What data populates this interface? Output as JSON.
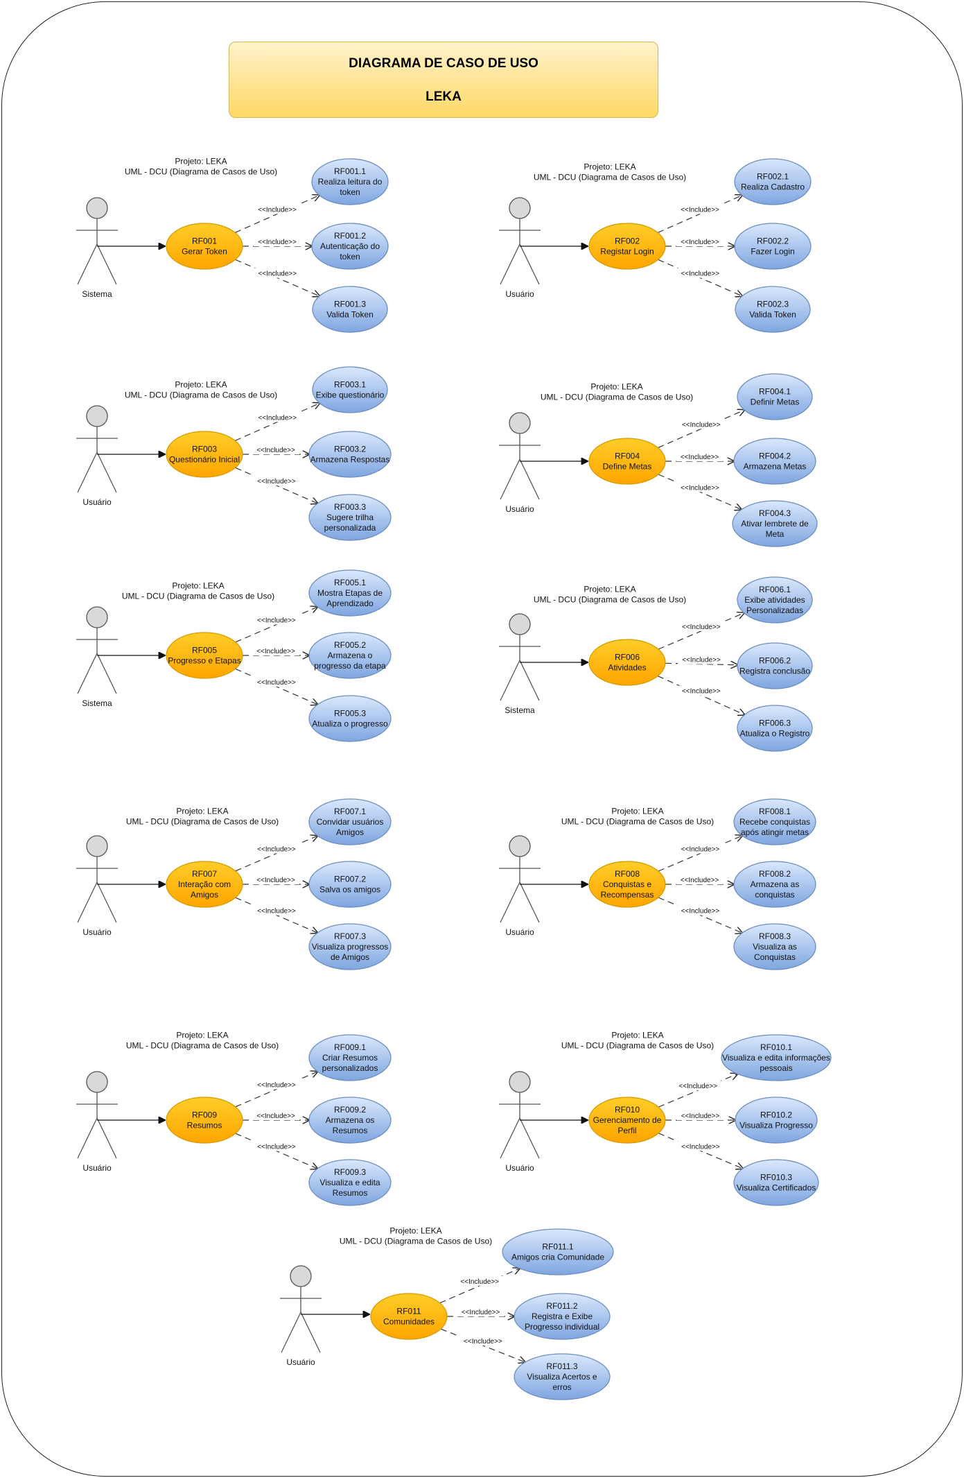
{
  "title": {
    "line1": "DIAGRAMA DE CASO DE USO",
    "line2": "LEKA"
  },
  "diagram_note": {
    "line1": "Projeto: LEKA",
    "line2": "UML - DCU (Diagrama de Casos de Uso)",
    "line2_variant": "UML - DCU (Diagrama de Casos de Uso)"
  },
  "include_label": "<<Include>>",
  "colors": {
    "main_fill": "#ffb300",
    "main_stroke": "#d79b00",
    "sub_fill": "#9db9ea",
    "sub_stroke": "#6c8ebf",
    "title_fill": "#ffe07a",
    "title_stroke": "#d6b656"
  },
  "use_cases": [
    {
      "id": "RF001",
      "note": [
        "Projeto: LEKA",
        "UML - DCU (Diagrama de Casos de Uso)"
      ],
      "actor": "Sistema",
      "main": [
        "RF001",
        "Gerar Token"
      ],
      "subs": [
        [
          "RF001.1",
          "Realiza leitura do",
          "token"
        ],
        [
          "RF001.2",
          "Autenticação do",
          "token"
        ],
        [
          "RF001.3",
          "Valida Token"
        ]
      ]
    },
    {
      "id": "RF002",
      "note": [
        "Projeto: LEKA",
        "UML - DCU (Diagrama de Casos de Uso)"
      ],
      "actor": "Usuário",
      "main": [
        "RF002",
        "Registar Login"
      ],
      "subs": [
        [
          "RF002.1",
          "Realiza Cadastro"
        ],
        [
          "RF002.2",
          "Fazer Login"
        ],
        [
          "RF002.3",
          "Valida Token"
        ]
      ]
    },
    {
      "id": "RF003",
      "note": [
        "Projeto: LEKA",
        "UML - DCU (Diagrama de Casos de Uso)"
      ],
      "actor": "Usuário",
      "main": [
        "RF003",
        "Questionário Inicial"
      ],
      "subs": [
        [
          "RF003.1",
          "Exibe questionário"
        ],
        [
          "RF003.2",
          "Armazena Respostas"
        ],
        [
          "RF003.3",
          "Sugere trilha",
          "personalizada"
        ]
      ]
    },
    {
      "id": "RF004",
      "note": [
        "Projeto: LEKA",
        "UML - DCU (Diagrama de Casos de Uso)"
      ],
      "actor": "Usuário",
      "main": [
        "RF004",
        "Define Metas"
      ],
      "subs": [
        [
          "RF004.1",
          "Definir Metas"
        ],
        [
          "RF004.2",
          "Armazena Metas"
        ],
        [
          "RF004.3",
          "Ativar lembrete de",
          "Meta"
        ]
      ]
    },
    {
      "id": "RF005",
      "note": [
        "Projeto: LEKA",
        "UML - DCU (Diagrama de Casos de Uso)"
      ],
      "actor": "Sistema",
      "main": [
        "RF005",
        "Progresso e Etapas"
      ],
      "subs": [
        [
          "RF005.1",
          "Mostra Etapas de",
          "Aprendizado"
        ],
        [
          "RF005.2",
          "Armazena o",
          "progresso da etapa"
        ],
        [
          "RF005.3",
          "Atualiza o progresso"
        ]
      ]
    },
    {
      "id": "RF006",
      "note": [
        "Projeto: LEKA",
        "UML - DCU (Diagrama de Casos de Uso)"
      ],
      "actor": "Sistema",
      "main": [
        "RF006",
        "Atividades"
      ],
      "subs": [
        [
          "RF006.1",
          "Exibe atividades",
          "Personalizadas"
        ],
        [
          "RF006.2",
          "Registra conclusão"
        ],
        [
          "RF006.3",
          "Atualiza o Registro"
        ]
      ]
    },
    {
      "id": "RF007",
      "note": [
        "Projeto: LEKA",
        "UML - DCU (Diagrama de Casos de Uso)"
      ],
      "actor": "Usuário",
      "main": [
        "RF007",
        "Interação com",
        "Amigos"
      ],
      "subs": [
        [
          "RF007.1",
          "Convidar usuários",
          "Amigos"
        ],
        [
          "RF007.2",
          "Salva os amigos"
        ],
        [
          "RF007.3",
          "Visualiza progressos",
          "de Amigos"
        ]
      ]
    },
    {
      "id": "RF008",
      "note": [
        "Projeto: LEKA",
        "UML - DCU (Diagrama de Casos de Uso)"
      ],
      "actor": "Usuário",
      "main": [
        "RF008",
        "Conquistas e",
        "Recompensas"
      ],
      "subs": [
        [
          "RF008.1",
          "Recebe conquistas",
          "após atingir metas"
        ],
        [
          "RF008.2",
          "Armazena as",
          "conquistas"
        ],
        [
          "RF008.3",
          "Visualiza as",
          "Conquistas"
        ]
      ]
    },
    {
      "id": "RF009",
      "note": [
        "Projeto: LEKA",
        "UML - DCU (Diagrama de Casos de Uso)"
      ],
      "actor": "Usuário",
      "main": [
        "RF009",
        "Resumos"
      ],
      "subs": [
        [
          "RF009.1",
          "Criar Resumos",
          "personalizados"
        ],
        [
          "RF009.2",
          "Armazena os",
          "Resumos"
        ],
        [
          "RF009.3",
          "Visualiza e edita",
          "Resumos"
        ]
      ]
    },
    {
      "id": "RF010",
      "note": [
        "Projeto: LEKA",
        "UML - DCU (Diagrama de Casos de Uso)"
      ],
      "actor": "Usuário",
      "main": [
        "RF010",
        "Gerenciamento de",
        "Perfil"
      ],
      "subs": [
        [
          "RF010.1",
          "Visualiza e edita informações",
          "pessoais"
        ],
        [
          "RF010.2",
          "Visualiza  Progresso"
        ],
        [
          "RF010.3",
          "Visualiza Certificados"
        ]
      ]
    },
    {
      "id": "RF011",
      "note": [
        "Projeto: LEKA",
        "UML - DCU (Diagrama de Casos de Uso)"
      ],
      "actor": "Usuário",
      "main": [
        "RF011",
        "Comunidades"
      ],
      "subs": [
        [
          "RF011.1",
          "Amigos cria Comunidade"
        ],
        [
          "RF011.2",
          "Registra e Exibe",
          "Progresso individual"
        ],
        [
          "RF011.3",
          "Visualiza Acertos e",
          "erros"
        ]
      ]
    }
  ]
}
